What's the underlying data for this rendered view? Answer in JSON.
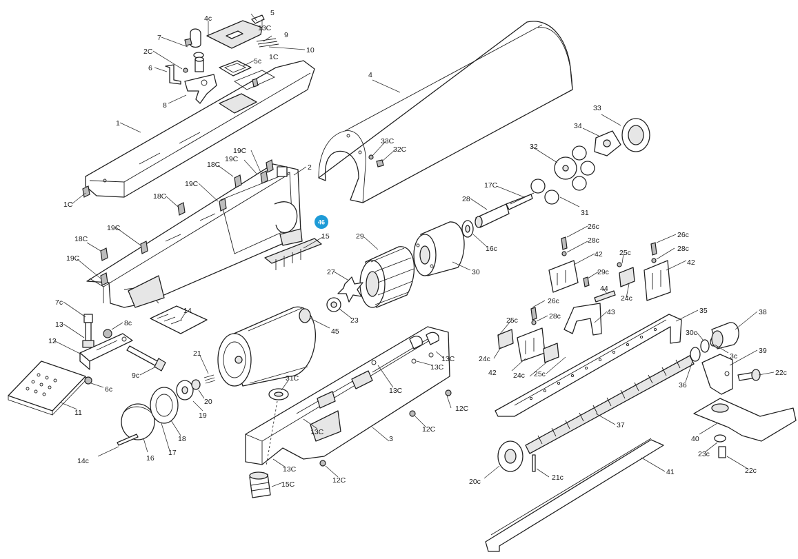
{
  "colors": {
    "badge": "#1e9bd7",
    "line": "#222222",
    "fill_grey": "#e6e6e6"
  },
  "badge": {
    "text": "46"
  },
  "labels": [
    "1",
    "1C",
    "1C",
    "2",
    "2C",
    "3",
    "4",
    "4c",
    "5",
    "5c",
    "6",
    "7",
    "7c",
    "8",
    "8c",
    "9",
    "9c",
    "10",
    "11",
    "12",
    "12C",
    "12C",
    "12C",
    "13",
    "13C",
    "13C",
    "13C",
    "13C",
    "13C",
    "13C",
    "14",
    "14c",
    "15",
    "15C",
    "16",
    "16c",
    "17",
    "17C",
    "18",
    "18C",
    "18C",
    "18C",
    "19",
    "19C",
    "19C",
    "19C",
    "19C",
    "19C",
    "20",
    "20c",
    "21",
    "21c",
    "22c",
    "22c",
    "23",
    "23c",
    "24c",
    "24c",
    "24c",
    "25c",
    "25c",
    "25c",
    "26c",
    "26c",
    "26c",
    "27",
    "28",
    "28c",
    "28c",
    "28c",
    "29",
    "29c",
    "30",
    "30c",
    "31",
    "31C",
    "32",
    "32C",
    "33",
    "33C",
    "34",
    "35",
    "36",
    "37",
    "38",
    "39",
    "40",
    "41",
    "42",
    "42",
    "42",
    "43",
    "44",
    "45",
    "3c",
    "6c"
  ]
}
